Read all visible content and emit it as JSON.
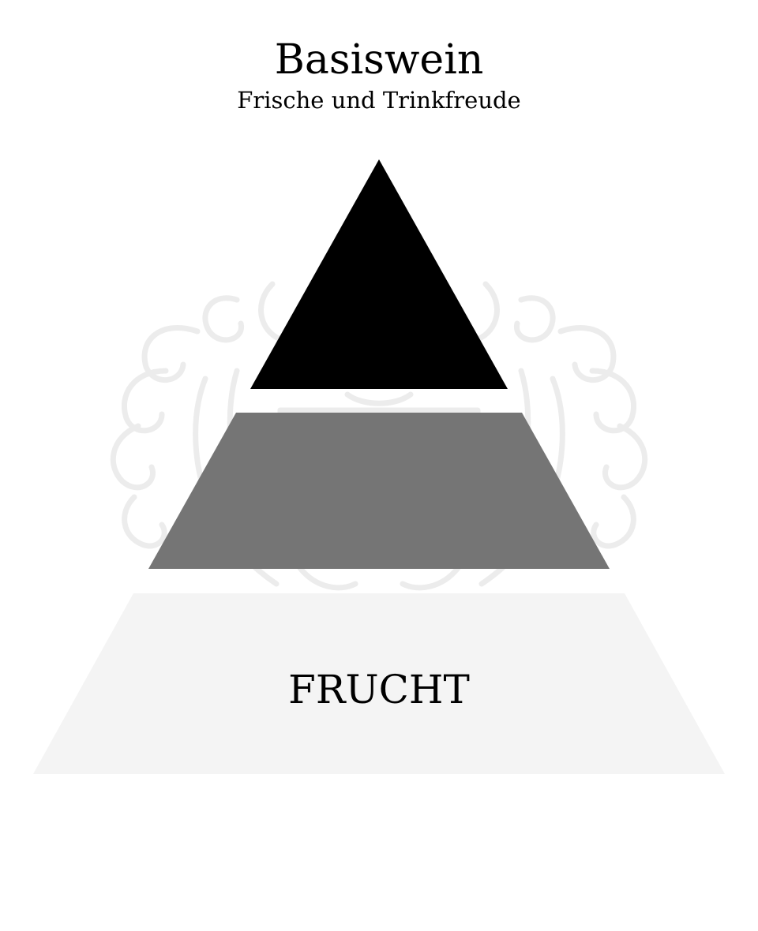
{
  "header": {
    "title": "Basiswein",
    "subtitle": "Frische und Trinkfreude"
  },
  "pyramid": {
    "tiers": [
      {
        "label": "",
        "color": "#000000"
      },
      {
        "label": "",
        "color": "#757575"
      },
      {
        "label": "FRUCHT",
        "color": "#f4f4f4"
      }
    ],
    "label_color": "#000000"
  },
  "watermark": {
    "icon": "heraldic-crest-icon",
    "color": "#ececec"
  }
}
